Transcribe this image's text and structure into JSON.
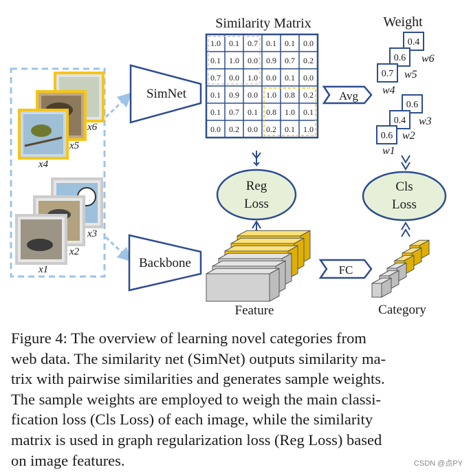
{
  "figure": {
    "similarity_title": "Similarity Matrix",
    "weight_title": "Weight",
    "simnet_label": "SimNet",
    "backbone_label": "Backbone",
    "avg_label": "Avg",
    "fc_label": "FC",
    "reg_loss": [
      "Reg",
      "Loss"
    ],
    "cls_loss": [
      "Cls",
      "Loss"
    ],
    "feature_label": "Feature",
    "category_label": "Category",
    "matrix": [
      [
        "1.0",
        "0.1",
        "0.7",
        "0.1",
        "0.1",
        "0.0"
      ],
      [
        "0.1",
        "1.0",
        "0.0",
        "0.9",
        "0.7",
        "0.2"
      ],
      [
        "0.7",
        "0.0",
        "1.0",
        "0.0",
        "0.1",
        "0.0"
      ],
      [
        "0.1",
        "0.9",
        "0.0",
        "1.0",
        "0.8",
        "0.2"
      ],
      [
        "0.1",
        "0.7",
        "0.1",
        "0.8",
        "1.0",
        "0.1"
      ],
      [
        "0.0",
        "0.2",
        "0.0",
        "0.2",
        "0.1",
        "1.0"
      ]
    ],
    "weights": [
      {
        "value": "0.4",
        "label": "w6"
      },
      {
        "value": "0.6",
        "label": "w5"
      },
      {
        "value": "0.7",
        "label": "w4"
      },
      {
        "value": "0.6",
        "label": "w3"
      },
      {
        "value": "0.4",
        "label": "w2"
      },
      {
        "value": "0.6",
        "label": "w1"
      }
    ],
    "image_labels": [
      "x1",
      "x2",
      "x3",
      "x4",
      "x5",
      "x6"
    ],
    "colors": {
      "dashed_blue": "#9ec3e6",
      "arrow_blue": "#2e4d8f",
      "ellipse_fill": "#e6f0d8",
      "ellipse_stroke": "#2e4d8f",
      "gold": "#f5c518",
      "gold_light": "#fbe27a",
      "gray": "#cfcfcf"
    }
  },
  "caption": [
    "Figure 4: The overview of learning novel categories from",
    "web data. The similarity net (SimNet) outputs similarity ma-",
    "trix with pairwise similarities and generates sample weights.",
    "The sample weights are employed to weigh the main classi-",
    "fication loss (Cls Loss) of each image, while the similarity",
    "matrix is used in graph regularization loss (Reg Loss) based",
    "on image features."
  ],
  "watermark": "CSDN @点PY"
}
